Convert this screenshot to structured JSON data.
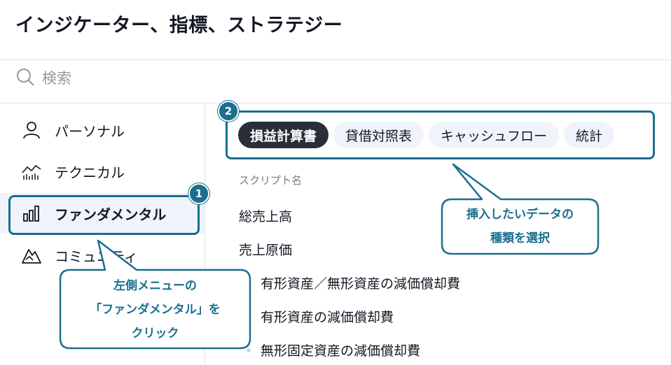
{
  "header": {
    "title": "インジケーター、指標、ストラテジー"
  },
  "search": {
    "placeholder": "検索"
  },
  "sidebar": {
    "items": [
      {
        "label": "パーソナル",
        "icon": "user-icon"
      },
      {
        "label": "テクニカル",
        "icon": "chart-line-icon"
      },
      {
        "label": "ファンダメンタル",
        "icon": "bar-chart-icon"
      },
      {
        "label": "コミュニティ",
        "icon": "mountain-icon"
      }
    ]
  },
  "tabs": [
    {
      "label": "損益計算書"
    },
    {
      "label": "貸借対照表"
    },
    {
      "label": "キャッシュフロー"
    },
    {
      "label": "統計"
    }
  ],
  "list": {
    "header": "スクリプト名",
    "items": [
      {
        "label": "総売上高"
      },
      {
        "label": "売上原価"
      },
      {
        "label": "有形資産／無形資産の減価償却費"
      },
      {
        "label": "有形資産の減価償却費"
      },
      {
        "label": "無形固定資産の減価償却費"
      }
    ]
  },
  "annotations": {
    "badge1": "1",
    "badge2": "2",
    "tip1": {
      "line1": "左側メニューの",
      "line2": "「ファンダメンタル」を",
      "line3": "クリック"
    },
    "tip2": {
      "line1": "挿入したいデータの",
      "line2": "種類を選択"
    }
  },
  "colors": {
    "accent": "#1a6f8e",
    "active_chip": "#2a2e39",
    "chip_bg": "#f0f3fa"
  }
}
